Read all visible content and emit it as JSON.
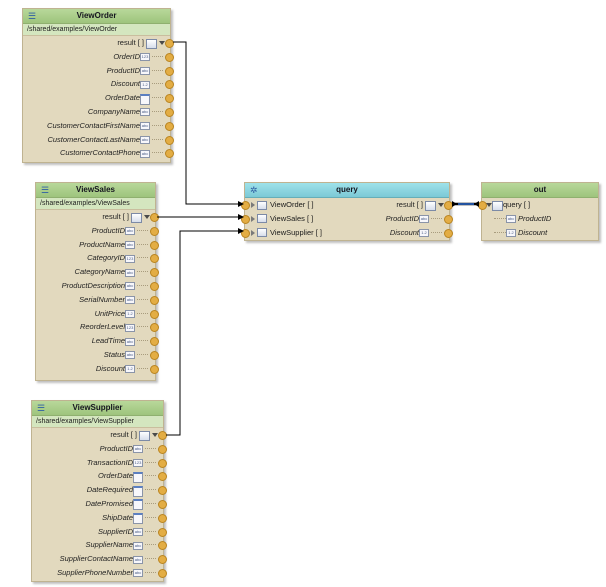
{
  "nodes": {
    "view_order": {
      "title": "ViewOrder",
      "path": "/shared/examples/ViewOrder",
      "result_label": "result [ ]",
      "fields": [
        {
          "label": "OrderID",
          "icon": "123"
        },
        {
          "label": "ProductID",
          "icon": "abc"
        },
        {
          "label": "Discount",
          "icon": "1.2"
        },
        {
          "label": "OrderDate",
          "icon": "cal"
        },
        {
          "label": "CompanyName",
          "icon": "abc"
        },
        {
          "label": "CustomerContactFirstName",
          "icon": "abc"
        },
        {
          "label": "CustomerContactLastName",
          "icon": "abc"
        },
        {
          "label": "CustomerContactPhone",
          "icon": "abc"
        }
      ]
    },
    "view_sales": {
      "title": "ViewSales",
      "path": "/shared/examples/ViewSales",
      "result_label": "result [ ]",
      "fields": [
        {
          "label": "ProductID",
          "icon": "abc"
        },
        {
          "label": "ProductName",
          "icon": "abc"
        },
        {
          "label": "CategoryID",
          "icon": "123"
        },
        {
          "label": "CategoryName",
          "icon": "abc"
        },
        {
          "label": "ProductDescription",
          "icon": "abc"
        },
        {
          "label": "SerialNumber",
          "icon": "abc"
        },
        {
          "label": "UnitPrice",
          "icon": "1.2"
        },
        {
          "label": "ReorderLevel",
          "icon": "123"
        },
        {
          "label": "LeadTime",
          "icon": "abc"
        },
        {
          "label": "Status",
          "icon": "abc"
        },
        {
          "label": "Discount",
          "icon": "1.2"
        }
      ]
    },
    "view_supplier": {
      "title": "ViewSupplier",
      "path": "/shared/examples/ViewSupplier",
      "result_label": "result [ ]",
      "fields": [
        {
          "label": "ProductID",
          "icon": "abc"
        },
        {
          "label": "TransactionID",
          "icon": "123"
        },
        {
          "label": "OrderDate",
          "icon": "cal"
        },
        {
          "label": "DateRequired",
          "icon": "cal"
        },
        {
          "label": "DatePromised",
          "icon": "cal"
        },
        {
          "label": "ShipDate",
          "icon": "cal"
        },
        {
          "label": "SupplierID",
          "icon": "abc"
        },
        {
          "label": "SupplierName",
          "icon": "abc"
        },
        {
          "label": "SupplierContactName",
          "icon": "abc"
        },
        {
          "label": "SupplierPhoneNumber",
          "icon": "abc"
        }
      ]
    },
    "query": {
      "title": "query",
      "inputs": [
        "ViewOrder [ ]",
        "ViewSales [ ]",
        "ViewSupplier [ ]"
      ],
      "result_label": "result [ ]",
      "fields": [
        {
          "label": "ProductID",
          "icon": "abc"
        },
        {
          "label": "Discount",
          "icon": "1.2"
        }
      ]
    },
    "out": {
      "title": "out",
      "input_label": "query [ ]",
      "fields": [
        {
          "label": "ProductID",
          "icon": "abc"
        },
        {
          "label": "Discount",
          "icon": "1.2"
        }
      ]
    }
  },
  "colors": {
    "node_body": "#e2d9be",
    "source_header": "#9ec47d",
    "query_header": "#7cc9d6",
    "port": "#e3ad44",
    "wire": "#000000",
    "link_highlight": "#2f6fd6"
  },
  "icons": {
    "source_node_icon": "table-list-icon",
    "query_node_icon": "gear-icon",
    "result_icon": "table-icon",
    "expand_icon": "triangle-down-icon"
  }
}
